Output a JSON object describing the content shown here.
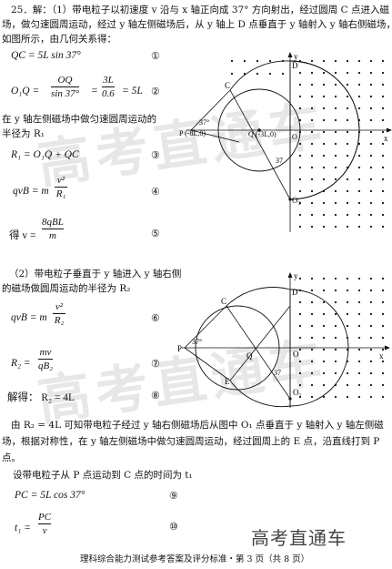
{
  "part1": {
    "intro_line1": "25．解：（1）带电粒子以初速度 v 沿与 x 轴正向成 37° 方向射出，经过圆周 C 点进入磁",
    "intro_line2": "场，做匀速圆周运动，经过 y 轴左侧磁场后，从 y 轴上 D 点垂直于 y 轴射入 y 轴右侧磁场，",
    "intro_line3": "如图所示，由几何关系得：",
    "eq1": "QC = 5L sin 37°",
    "eq2_left": "O₁Q =",
    "eq2_f1_num": "OQ",
    "eq2_f1_den": "sin 37°",
    "eq2_mid": "=",
    "eq2_f2_num": "3L",
    "eq2_f2_den": "0.6",
    "eq2_right": "= 5L",
    "text_r1_line1": "在 y 轴左侧磁场中做匀速圆周运动的",
    "text_r1_line2": "半径为 R₁",
    "eq3": "R₁ = O₁Q + QC",
    "eq4_left": "qvB = m",
    "eq4_num": "v²",
    "eq4_den": "R₁",
    "eq5_left": "得 v =",
    "eq5_num": "8qBL",
    "eq5_den": "m",
    "marks": [
      "①",
      "②",
      "③",
      "④",
      "⑤"
    ]
  },
  "part2": {
    "intro_line1": "（2）带电粒子垂直于 y 轴进入 y 轴右侧",
    "intro_line2": "的磁场做圆周运动的半径为 R₂",
    "eq6_left": "qvB = m",
    "eq6_num": "v²",
    "eq6_den": "R₂",
    "eq7_left": "R₂ =",
    "eq7_num": "mv",
    "eq7_den": "qB₂",
    "eq8": "解得： R₂ = 4L",
    "para_line1": "由 R₂ = 4L 可知带电粒子经过 y 轴右侧磁场后从图中 O₁ 点垂直于 y 轴射入 y 轴左侧磁",
    "para_line2": "场，根据对称性，在 y 轴左侧磁场中做匀速圆周运动，经过圆周上的 E 点，沿直线打到 P",
    "para_line3": "点。",
    "text_t1": "设带电粒子从 P 点运动到 C 点的时间为 t₁",
    "eq9": "PC = 5L cos 37°",
    "eq10_left": "t₁ =",
    "eq10_num": "PC",
    "eq10_den": "v",
    "marks": [
      "⑥",
      "⑦",
      "⑧",
      "⑨",
      "⑩"
    ]
  },
  "figure1": {
    "labels": {
      "C": "C",
      "D": "D",
      "P": "P (-8L,0)",
      "Q": "Q (-3L,0)",
      "O": "O",
      "O1": "O₁",
      "x": "x",
      "y": "y",
      "angle": "37°",
      "angle2": "37"
    }
  },
  "figure2": {
    "labels": {
      "C": "C",
      "D": "D",
      "P": "P",
      "Q": "Q",
      "O": "O",
      "O1": "O₁",
      "E": "E",
      "x": "x",
      "y": "y",
      "angle": "37°",
      "angle2": "37"
    }
  },
  "watermark": {
    "big": "高考直通车",
    "corner": "高考直通车"
  },
  "footer": "理科综合能力测试参考答案及评分标准・第 3 页（共 8 页）"
}
